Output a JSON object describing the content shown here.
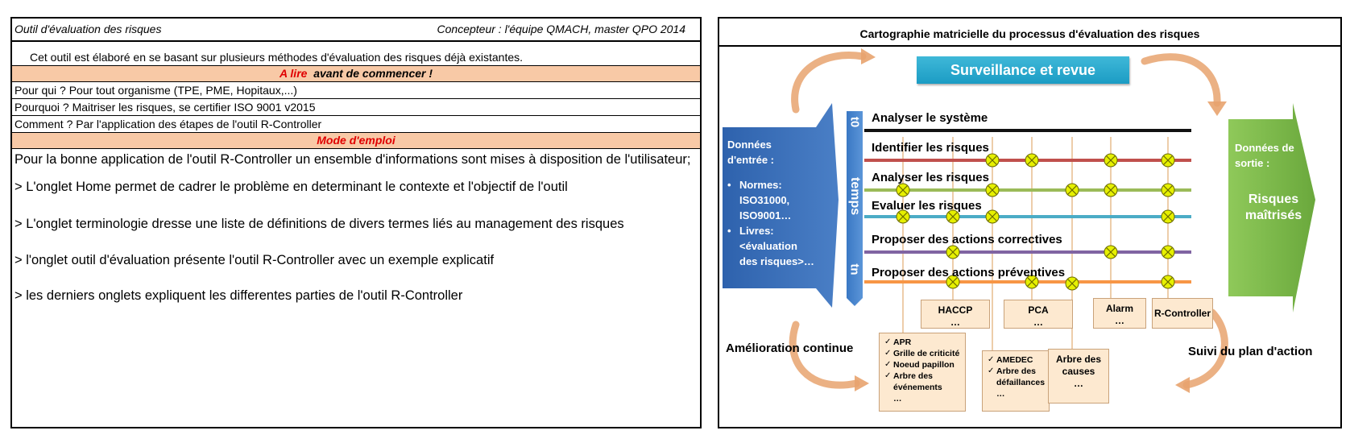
{
  "sheet": {
    "title": "Outil d'évaluation des risques",
    "author": "Concepteur : l'équipe QMACH, master QPO 2014",
    "intro": "Cet outil est élaboré en se basant sur plusieurs méthodes d'évaluation des risques déjà existantes.",
    "band1_red": "A lire",
    "band1_rest": "avant de commencer !",
    "row1": "Pour qui ? Pour tout organisme (TPE, PME, Hopitaux,...)",
    "row2": "Pourquoi ? Maitriser les risques, se certifier ISO 9001 v2015",
    "row3": "Comment ? Par l'application des étapes de l'outil R-Controller",
    "band2": "Mode d'emploi",
    "lines": [
      "Pour la bonne application de l'outil R-Controller un ensemble d'informations sont mises à disposition de l'utilisateur;",
      "> L'onglet Home permet de cadrer le problème en determinant  le contexte et l'objectif de l'outil",
      "> L'onglet terminologie dresse une liste de définitions de divers termes liés au management des risques",
      "> l'onglet outil d'évaluation présente l'outil R-Controller avec un exemple explicatif",
      "> les derniers onglets expliquent les differentes parties de l'outil R-Controller"
    ]
  },
  "diagram": {
    "title": "Cartographie matricielle du processus d'évaluation des risques",
    "surveillance": "Surveillance et revue",
    "input_title_1": "Données",
    "input_title_2": "d'entrée :",
    "input_items": [
      "Normes:",
      "ISO31000,",
      "ISO9001…",
      "Livres:",
      "<évaluation",
      "des risques>…"
    ],
    "output_title_1": "Données de",
    "output_title_2": "sortie :",
    "output_main_1": "Risques",
    "output_main_2": "maîtrisés",
    "time_t0": "t0",
    "time_temps": "temps",
    "time_tn": "tn",
    "steps": [
      "Analyser le système",
      "Identifier les risques",
      "Analyser les risques",
      "Evaluer les risques",
      "Proposer des actions correctives",
      "Proposer des actions préventives"
    ],
    "tools": {
      "haccp": "HACCP",
      "pca": "PCA",
      "alarm": "Alarm",
      "rcontroller": "R-Controller",
      "ellipsis": "…",
      "causes_1": "Arbre des",
      "causes_2": "causes",
      "list1": [
        "APR",
        "Grille de criticité",
        "Noeud papillon",
        "Arbre des",
        "événements"
      ],
      "list2": [
        "AMEDEC",
        "Arbre des",
        "défaillances"
      ]
    },
    "amelioration": "Amélioration continue",
    "suivi": "Suivi du plan d'action",
    "colors": {
      "input_blue": "#3a6db5",
      "output_green": "#7ab648",
      "surveillance": "#23a6cc",
      "tool_fill": "#fde9d0",
      "marker": "#e6f000"
    }
  }
}
